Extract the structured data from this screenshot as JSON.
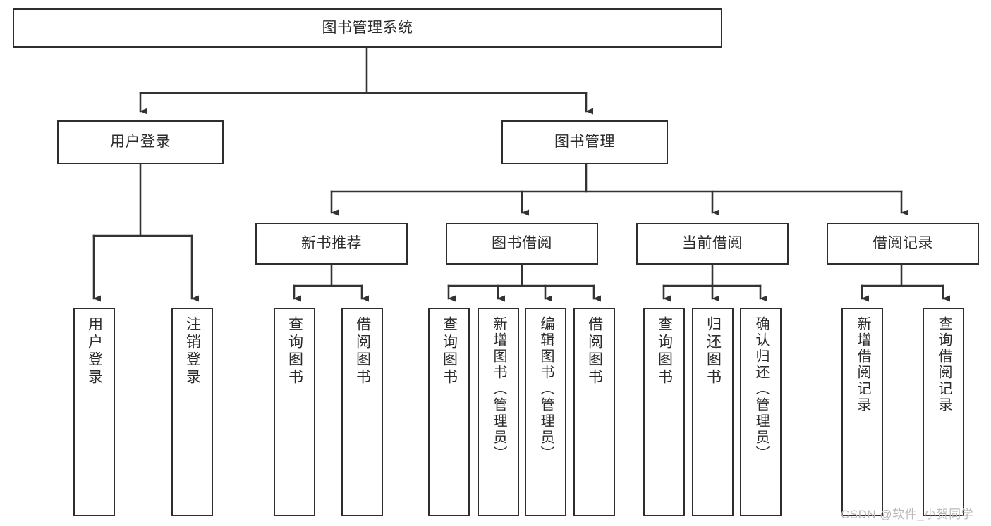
{
  "diagram": {
    "title": "图书管理系统",
    "type": "hierarchy-tree",
    "root": {
      "label": "图书管理系统"
    },
    "level2": [
      {
        "label": "用户登录"
      },
      {
        "label": "图书管理"
      }
    ],
    "level3": [
      {
        "label": "新书推荐"
      },
      {
        "label": "图书借阅"
      },
      {
        "label": "当前借阅"
      },
      {
        "label": "借阅记录"
      }
    ],
    "leaves": {
      "user_login": [
        {
          "label": "用户登录"
        },
        {
          "label": "注销登录"
        }
      ],
      "new_book_recommend": [
        {
          "label": "查询图书"
        },
        {
          "label": "借阅图书"
        }
      ],
      "book_borrow": [
        {
          "label": "查询图书"
        },
        {
          "label": "新增图书（管理员）"
        },
        {
          "label": "编辑图书（管理员）"
        },
        {
          "label": "借阅图书"
        }
      ],
      "current_borrow": [
        {
          "label": "查询图书"
        },
        {
          "label": "归还图书"
        },
        {
          "label": "确认归还（管理员）"
        }
      ],
      "borrow_record": [
        {
          "label": "新增借阅记录"
        },
        {
          "label": "查询借阅记录"
        }
      ]
    }
  },
  "watermark": {
    "text": "CSDN @软件_小贺同学"
  },
  "colors": {
    "background": "#ffffff",
    "node_border": "#2e2e2e",
    "node_fill": "#ffffff",
    "text": "#2b2b2b",
    "edge": "#333333",
    "watermark": "#b9b9b9"
  }
}
